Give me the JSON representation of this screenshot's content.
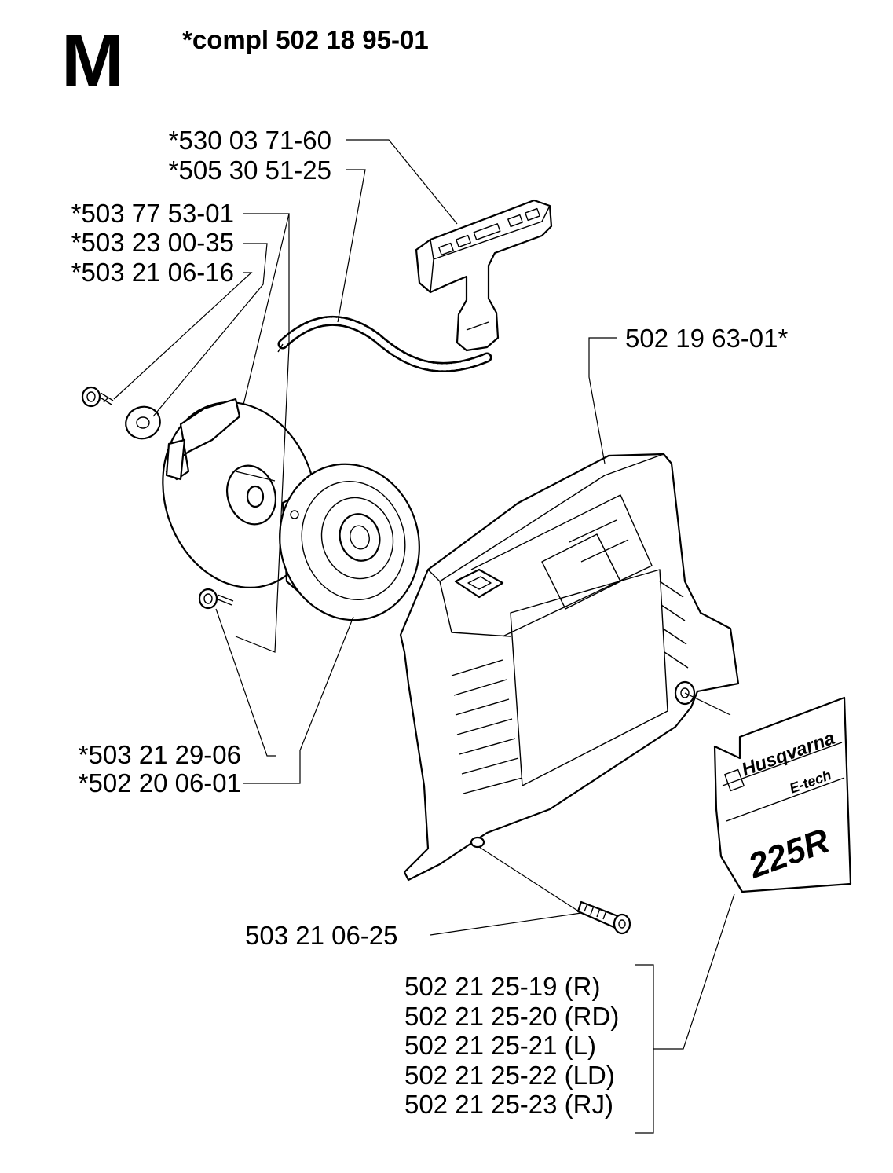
{
  "header": {
    "section_letter": "M",
    "kit_number": "*compl 502 18 95-01"
  },
  "callouts": {
    "handle": "*530 03 71-60",
    "rope": "*505 30 51-25",
    "pulley_a": "*503 77 53-01",
    "washer": "*503 23 00-35",
    "center_screw": "*503 21 06-16",
    "housing_screw": "502 19 63-01*",
    "side_screw": "*503 21 29-06",
    "spring_cassette": "*502 20 06-01",
    "cover_screw": "503 21 06-25",
    "decal_variants": [
      "502 21 25-19 (R)",
      "502 21 25-20 (RD)",
      "502 21 25-21 (L)",
      "502 21 25-22 (LD)",
      "502 21 25-23 (RJ)"
    ]
  },
  "decal": {
    "brand": "Husqvarna",
    "series": "E-tech",
    "model": "225R"
  }
}
